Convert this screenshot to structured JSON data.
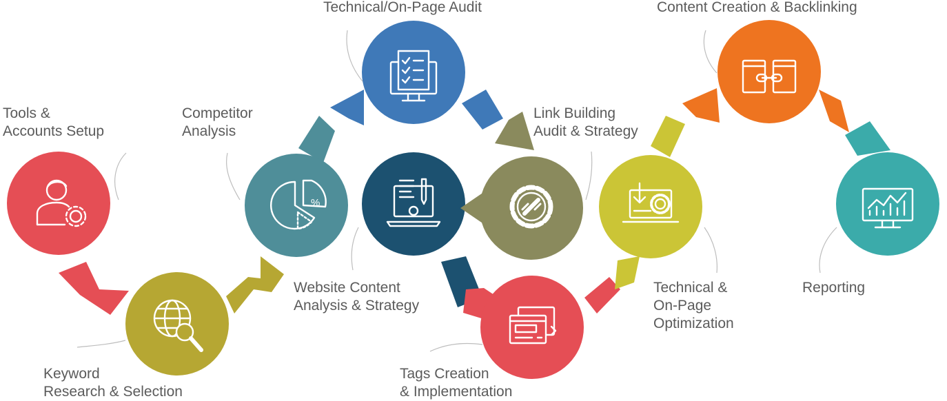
{
  "colors": {
    "red": "#E54E55",
    "olive": "#B6A733",
    "teal": "#4F8E99",
    "blue": "#3F79B8",
    "navy": "#1C5170",
    "khaki": "#8A8A5D",
    "lime": "#CBC536",
    "orange": "#EE7420",
    "green_teal": "#3BABAA",
    "text": "#5b5b5b"
  },
  "steps": [
    {
      "id": "tools",
      "lines": [
        "Tools &",
        "Accounts Setup"
      ],
      "icon": "user-gear-icon"
    },
    {
      "id": "keyword",
      "lines": [
        "Keyword",
        "Research & Selection"
      ],
      "icon": "globe-search-icon"
    },
    {
      "id": "competitor",
      "lines": [
        "Competitor",
        "Analysis"
      ],
      "icon": "pie-chart-percent-icon"
    },
    {
      "id": "audit",
      "lines": [
        "Technical/On-Page Audit"
      ],
      "icon": "checklist-monitor-icon"
    },
    {
      "id": "content",
      "lines": [
        "Website Content",
        "Analysis & Strategy"
      ],
      "icon": "laptop-design-icon"
    },
    {
      "id": "tags",
      "lines": [
        "Tags Creation",
        "& Implementation"
      ],
      "icon": "browser-code-icon"
    },
    {
      "id": "linkbuild",
      "lines": [
        "Link Building",
        "Audit & Strategy"
      ],
      "icon": "gear-link-icon"
    },
    {
      "id": "optimization",
      "lines": [
        "Technical &",
        "On-Page",
        "Optimization"
      ],
      "icon": "laptop-download-gear-icon"
    },
    {
      "id": "backlinking",
      "lines": [
        "Content Creation & Backlinking"
      ],
      "icon": "linked-windows-icon"
    },
    {
      "id": "reporting",
      "lines": [
        "Reporting"
      ],
      "icon": "monitor-chart-icon"
    }
  ]
}
